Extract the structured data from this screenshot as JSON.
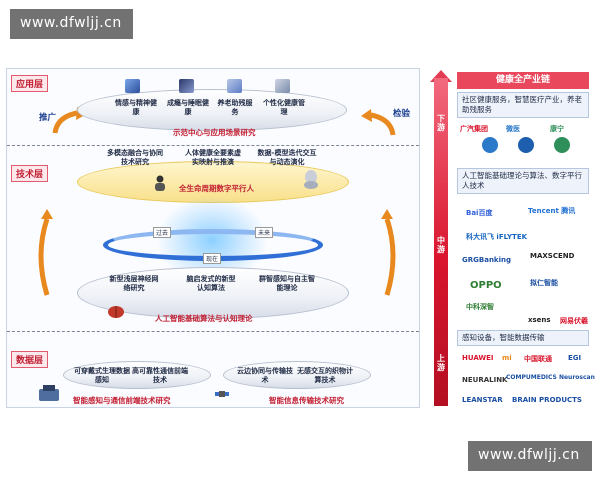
{
  "watermark": "www.dfwljj.cn",
  "layers": {
    "application": "应用层",
    "technology": "技术层",
    "data": "数据层"
  },
  "side_labels": {
    "promote": "推广",
    "verify": "检验"
  },
  "application_items": [
    "情感与精神健康",
    "成瘾与睡眠健康",
    "养老助残服务",
    "个性化健康管理"
  ],
  "application_caption": "示范中心与应用场景研究",
  "tech_items": [
    "多模态融合与协同技术研究",
    "人体健康全要素虚实映射与推演",
    "数据-模型迭代交互与动态演化"
  ],
  "tech_caption": "全生命周期数字平行人",
  "time_labels": {
    "past": "过去",
    "now": "现在",
    "future": "未来"
  },
  "ai_items": [
    "新型浅层神经网络研究",
    "脑启发式的新型认知算法",
    "群智感知与自主智能理论"
  ],
  "ai_caption": "人工智能基础算法与认知理论",
  "data_left_items": [
    "可穿戴式生理数据感知",
    "高可靠性通信前端技术"
  ],
  "data_left_caption": "智能感知与通信前端技术研究",
  "data_right_items": [
    "云边协同与传输技术",
    "无感交互的织物计算技术"
  ],
  "data_right_caption": "智能信息传输技术研究",
  "chain": {
    "title": "健康全产业链",
    "stream_down": "下游",
    "stream_mid": "中游",
    "stream_up": "上游",
    "downstream_text": "社区健康服务，智慧医疗产业，养老助残服务",
    "midstream_text": "人工智能基础理论与算法、数字平行人技术",
    "upstream_text": "感知设备，智能数据传输"
  },
  "logos": {
    "down": [
      "广汽集团",
      "微医",
      "康宁"
    ],
    "mid": [
      "Bai百度",
      "Tencent 腾讯",
      "科大讯飞 iFLYTEK",
      "MAXSCEND",
      "GRGBanking",
      "OPPO",
      "拟仁智能",
      "中科深智",
      "xsens",
      "网易伏羲"
    ],
    "up": [
      "HUAWEI",
      "mi",
      "中国联通",
      "EGI",
      "NEURALINK",
      "COMPUMEDICS Neuroscan",
      "LEANSTAR",
      "BRAIN PRODUCTS"
    ]
  },
  "colors": {
    "accent_red": "#d9152d",
    "dark_blue": "#1c3f8f",
    "gold": "#f8e08a"
  }
}
